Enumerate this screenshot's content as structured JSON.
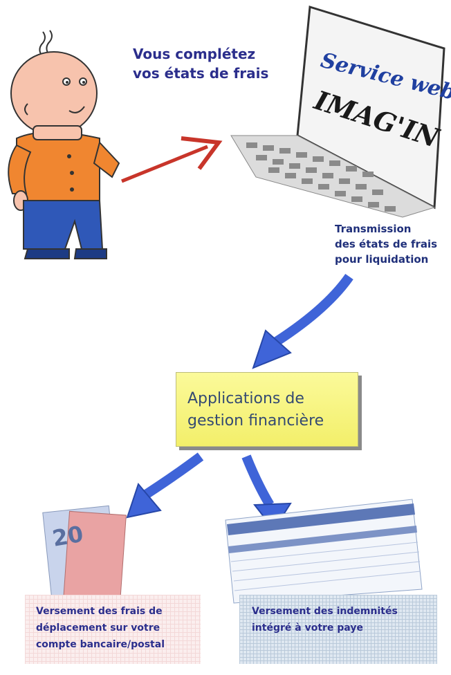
{
  "top_caption": [
    "Vous complétez",
    "vos états de frais"
  ],
  "laptop_screen_text": [
    "Service web",
    "IMAG'IN"
  ],
  "transmission_caption": [
    "Transmission",
    "des états de frais",
    "pour liquidation"
  ],
  "center_box": [
    "Applications de",
    "gestion financière"
  ],
  "banknote_label": "20",
  "bottom_left_box": [
    "Versement des frais de",
    "déplacement sur votre",
    "compte bancaire/postal"
  ],
  "bottom_right_box": [
    "Versement des indemnités",
    "intégré à votre paye"
  ],
  "colors": {
    "text_blue": "#2b2e8c",
    "arrow_blue": "#3f64d8",
    "arrow_red": "#c8352a",
    "box_yellow": "#f5f27a"
  }
}
